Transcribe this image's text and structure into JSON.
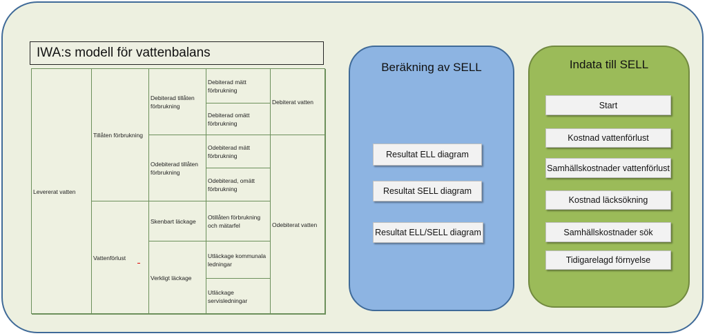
{
  "iwa": {
    "title": "IWA:s modell för vattenbalans",
    "levererat": "Levererat vatten",
    "tillaten": "Tillåten förbrukning",
    "vattenforlust": "Vattenförlust",
    "deb_tillaten": "Debiterad tillåten förbrukning",
    "odeb_tillaten": "Odebiterad tillåten förbrukning",
    "skenbart": "Skenbart läckage",
    "verkligt": "Verkligt läckage",
    "deb_matt": "Debiterad mätt förbrukning",
    "deb_omatt": "Debiterad omätt förbrukning",
    "odeb_matt": "Odebiterad mätt förbrukning",
    "odeb_omatt": "Odebiterad, omätt förbrukning",
    "otillaten": "Otillåten förbrukning och mätarfel",
    "utl_kommunala": "Utläckage kommunala ledningar",
    "utl_servis": "Utläckage servisledningar",
    "debiterat": "Debiterat vatten",
    "odebiterat": "Odebiterat vatten"
  },
  "berakning": {
    "title": "Beräkning av SELL",
    "buttons": [
      "Resultat ELL diagram",
      "Resultat SELL diagram",
      "Resultat ELL/SELL diagram"
    ]
  },
  "indata": {
    "title": "Indata till SELL",
    "buttons": [
      "Start",
      "Kostnad vattenförlust",
      "Samhällskostnader vattenförlust",
      "Kostnad läcksökning",
      "Samhällskostnader sök",
      "Tidigarelagd förnyelse"
    ]
  },
  "colors": {
    "panel_bg": "#edf0e0",
    "panel_border": "#3f6a98",
    "blue_column": "#8db4e2",
    "green_column": "#9bbb59",
    "button_bg": "#f2f2f2"
  }
}
